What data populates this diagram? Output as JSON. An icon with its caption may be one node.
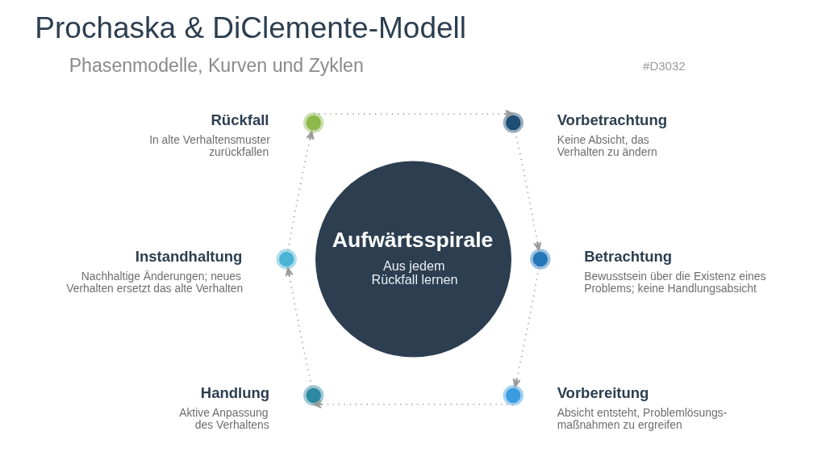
{
  "diagram": {
    "title": "Prochaska & DiClemente-Modell",
    "nodes": [
      {
        "text": [
          "Rückfall",
          "In alte Verhaltensmuster zurückfallen"
        ]
      },
      {
        "text": [
          "Vorbetrachtung",
          "Keine Absicht, das Verhalten zu ändern"
        ]
      },
      {
        "text": [
          "Aufwärtsspirale",
          "Aus jedem Rückfall lernen"
        ]
      },
      {
        "text": [
          "Instandhaltung",
          "Nachhaltige Änderungen; neues Verhalten ersetzt das alte Verhalten"
        ]
      },
      {
        "text": [
          "Betrachtung",
          "Bewusstsein über die Existenz eines Problems; keine Handlungsabsicht"
        ]
      },
      {
        "text": [
          "Handlung",
          "Aktive Anpassung des Verhaltens"
        ]
      },
      {
        "text": [
          "Vorbereitung",
          "Absicht entsteht, Problemlösungs- maßnahmen zu ergreifen"
        ]
      }
    ],
    "edges": [
      {
        "from": 0,
        "to": 1,
        "arrow": "to",
        "style": "dashed"
      },
      {
        "from": 1,
        "to": 4,
        "arrow": "to",
        "style": "dashed"
      },
      {
        "from": 4,
        "to": 6,
        "arrow": "to",
        "style": "dashed"
      },
      {
        "from": 6,
        "to": 5,
        "arrow": "to",
        "style": "dashed"
      },
      {
        "from": 5,
        "to": 3,
        "arrow": "to",
        "style": "dashed"
      },
      {
        "from": 3,
        "to": 0,
        "arrow": "to",
        "style": "dashed"
      }
    ],
    "labels": [
      "Phasenmodelle, Kurven und Zyklen",
      "#D3032"
    ]
  }
}
